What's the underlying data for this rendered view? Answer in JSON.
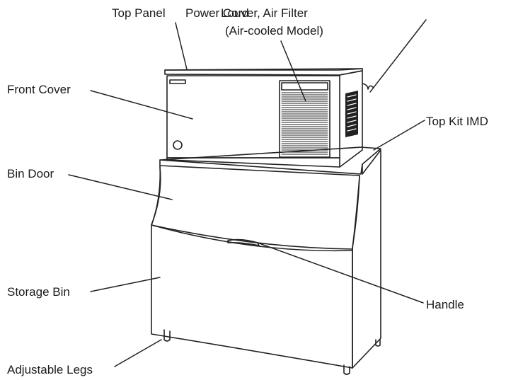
{
  "labels": {
    "top_panel": "Top Panel",
    "power_cord": "Power Cord",
    "louver_air_filter": "Louver, Air Filter",
    "air_cooled_model": "(Air-cooled Model)",
    "front_cover": "Front Cover",
    "top_kit_imd": "Top Kit IMD",
    "bin_door": "Bin Door",
    "storage_bin": "Storage Bin",
    "handle": "Handle",
    "adjustable_legs": "Adjustable Legs"
  }
}
